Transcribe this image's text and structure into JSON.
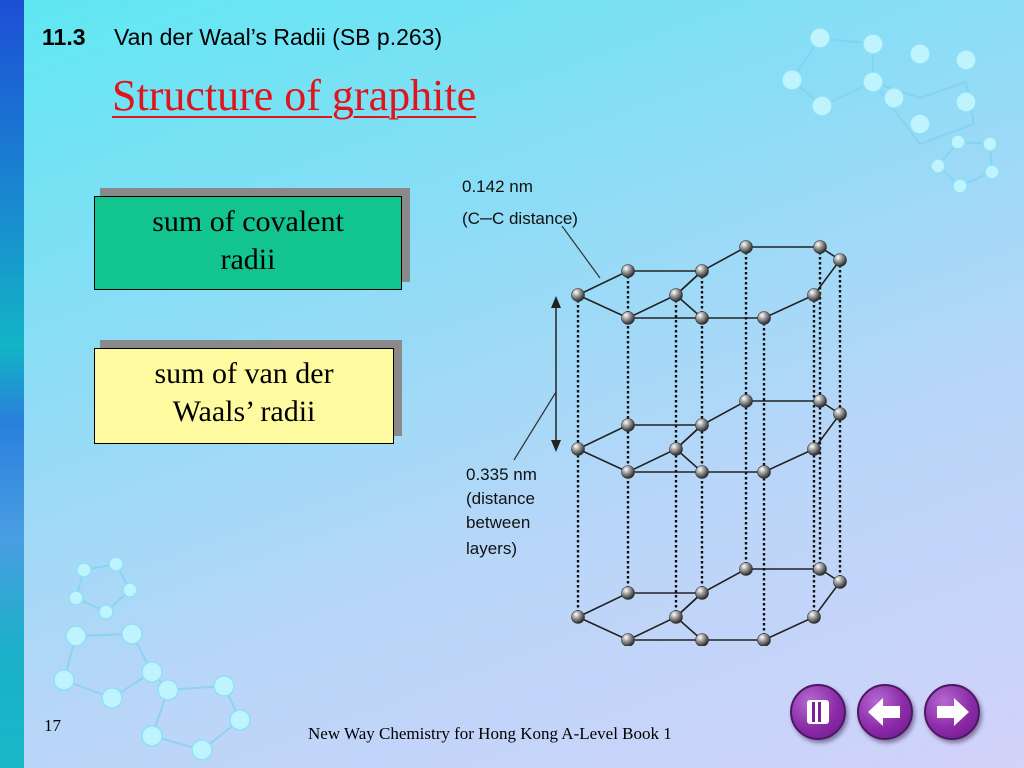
{
  "header": {
    "section_number": "11.3",
    "section_title": "Van der Waal’s Radii (SB p.263)"
  },
  "title": "Structure of graphite",
  "boxes": {
    "covalent": {
      "line1": "sum of covalent",
      "line2": "radii",
      "color": "#12c48e"
    },
    "vdw": {
      "line1": "sum of van der",
      "line2": "Waals’ radii",
      "color": "#fdfaa0"
    }
  },
  "diagram": {
    "cc_distance": {
      "line1": "0.142 nm",
      "line2": "(C─C distance)"
    },
    "layer_distance": {
      "line1": "0.335 nm",
      "line2": "(distance",
      "line3": "between",
      "line4": "layers)"
    }
  },
  "footer": {
    "page_number": "17",
    "book": "New Way Chemistry for Hong Kong A-Level Book 1"
  },
  "nav": [
    {
      "icon": "menu-icon",
      "label": ""
    },
    {
      "icon": "arrow-left-icon",
      "label": ""
    },
    {
      "icon": "arrow-right-icon",
      "label": ""
    }
  ],
  "colors": {
    "title": "#e0141c",
    "nav_button": "#8c2aa8"
  }
}
